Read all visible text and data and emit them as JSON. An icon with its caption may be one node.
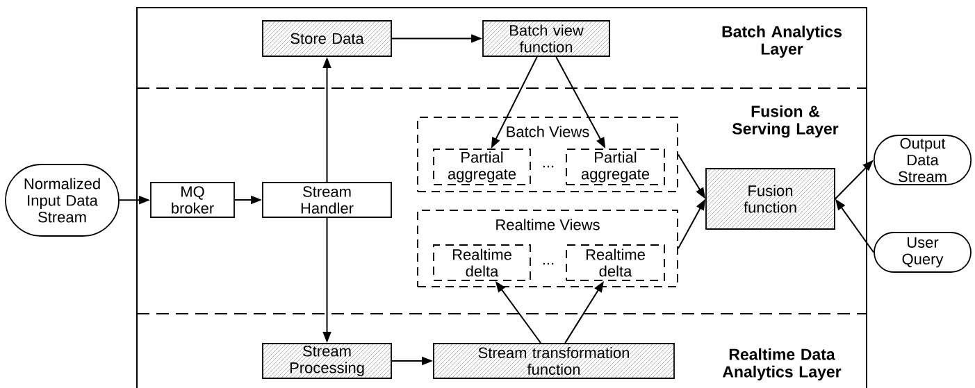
{
  "diagram": {
    "nodes": [
      {
        "text": [
          "Normalized Input Data Stream"
        ]
      },
      {
        "text": [
          "Store Data"
        ]
      },
      {
        "text": [
          "Batch view function"
        ]
      },
      {
        "text": [
          "MQ broker"
        ]
      },
      {
        "text": [
          "Stream Handler"
        ]
      },
      {
        "text": [
          "Batch Views"
        ]
      },
      {
        "text": [
          "Partial aggregate"
        ],
        "in": 5
      },
      {
        "text": [
          "Partial aggregate"
        ],
        "in": 5
      },
      {
        "text": [
          "Fusion function"
        ]
      },
      {
        "text": [
          "Realtime Views"
        ]
      },
      {
        "text": [
          "Realtime delta"
        ],
        "in": 9
      },
      {
        "text": [
          "Realtime delta"
        ],
        "in": 9
      },
      {
        "text": [
          "Stream Processing"
        ]
      },
      {
        "text": [
          "Stream transformation function"
        ]
      },
      {
        "text": [
          "Output Data Stream"
        ]
      },
      {
        "text": [
          "User Query"
        ]
      }
    ],
    "edges": [
      {
        "from": 0,
        "to": 3,
        "arrow": "to"
      },
      {
        "from": 3,
        "to": 4,
        "arrow": "to"
      },
      {
        "from": 4,
        "to": 1,
        "arrow": "to"
      },
      {
        "from": 4,
        "to": 12,
        "arrow": "to"
      },
      {
        "from": 1,
        "to": 2,
        "arrow": "to"
      },
      {
        "from": 2,
        "to": 6,
        "arrow": "to"
      },
      {
        "from": 2,
        "to": 7,
        "arrow": "to"
      },
      {
        "from": 5,
        "to": 8,
        "arrow": "to"
      },
      {
        "from": 9,
        "to": 8,
        "arrow": "to"
      },
      {
        "from": 8,
        "to": 14,
        "arrow": "to"
      },
      {
        "from": 15,
        "to": 8,
        "arrow": "to"
      },
      {
        "from": 12,
        "to": 13,
        "arrow": "to"
      },
      {
        "from": 13,
        "to": 10,
        "arrow": "to"
      },
      {
        "from": 13,
        "to": 11,
        "arrow": "to"
      }
    ],
    "labels": [
      "Batch Analytics Layer",
      "Fusion & Serving Layer",
      "...",
      "...",
      "Realtime Data Analytics Layer"
    ]
  }
}
